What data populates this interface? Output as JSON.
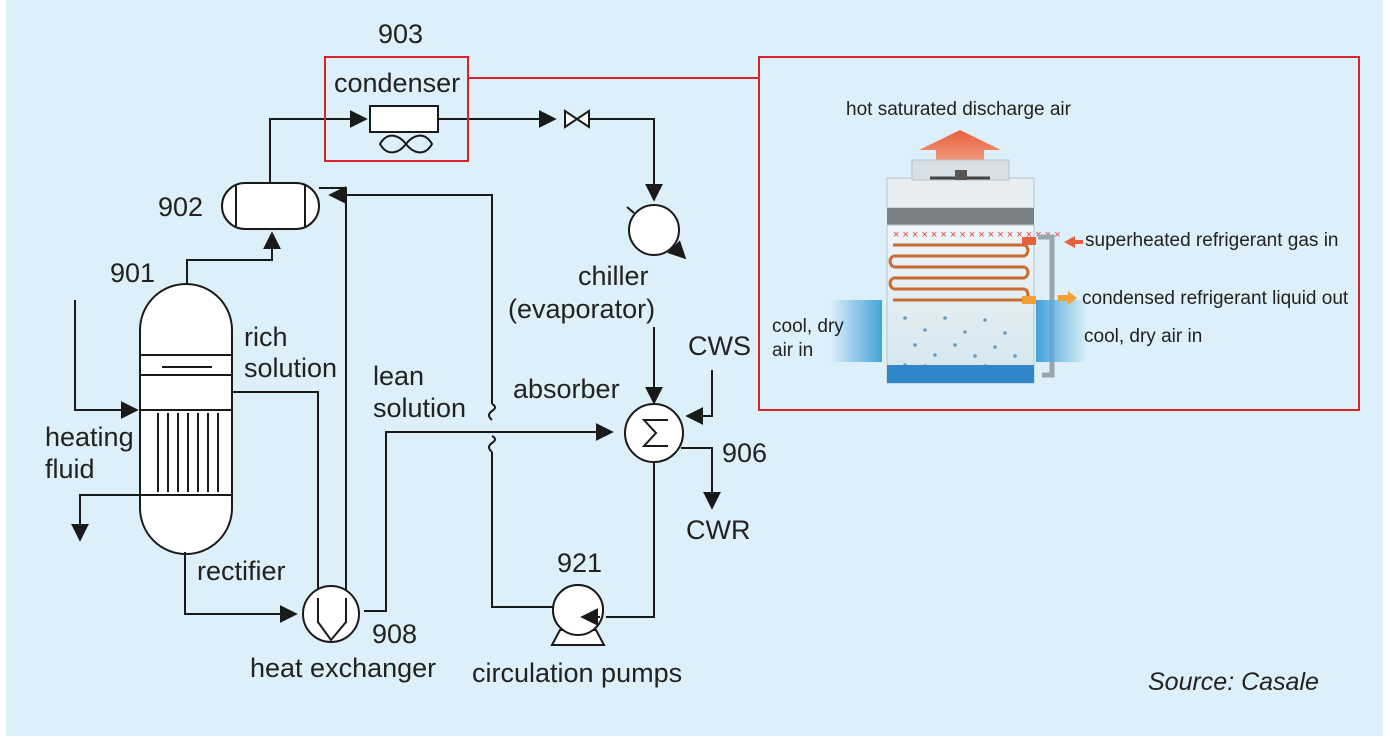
{
  "colors": {
    "background": "#ddf0f9",
    "highlight_box": "#d9232a",
    "line": "#1a1a1a",
    "hot_arrow": "#e8603c",
    "cold_air": "#1d8fd1",
    "coil": "#c96a30",
    "water": "#2f86c9"
  },
  "labels": {
    "condenser_id": "903",
    "condenser": "condenser",
    "separator_id": "902",
    "generator_id": "901",
    "rich_solution": [
      "rich",
      "solution"
    ],
    "lean_solution": [
      "lean",
      "solution"
    ],
    "heating_fluid": [
      "heating",
      "fluid"
    ],
    "rectifier": "rectifier",
    "heat_exchanger": "heat exchanger",
    "heat_exchanger_id": "908",
    "chiller": [
      "chiller",
      "(evaporator)"
    ],
    "cws": "CWS",
    "absorber": "absorber",
    "absorber_id": "906",
    "cwr": "CWR",
    "pump_id": "921",
    "pumps": "circulation pumps",
    "source": "Source: Casale"
  },
  "tower": {
    "discharge": "hot saturated discharge air",
    "gas_in": "superheated refrigerant gas in",
    "liquid_out": "condensed refrigerant liquid out",
    "air_in_left": [
      "cool, dry",
      "air in"
    ],
    "air_in_right": "cool, dry air in"
  },
  "icons": [
    "fan-icon",
    "valve-icon",
    "pump-icon",
    "heat-exchanger-icon",
    "arrow-icon"
  ]
}
